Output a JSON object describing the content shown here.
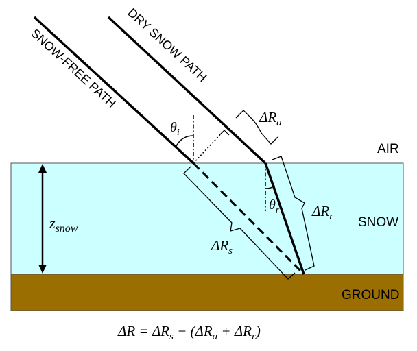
{
  "labels": {
    "snow_free_path": "SNOW-FREE PATH",
    "dry_snow_path": "DRY SNOW PATH",
    "air": "AIR",
    "snow": "SNOW",
    "ground": "GROUND"
  },
  "symbols": {
    "delta": "Δ",
    "theta": "θ",
    "z": "z",
    "R": "R",
    "sub_i": "i",
    "sub_r": "r",
    "sub_a": "a",
    "sub_s": "s",
    "sub_snow": "snow"
  },
  "equation": {
    "lhs": "ΔR = ΔR",
    "lhs_sub": "s",
    "minus": " − ",
    "open_paren": "(",
    "term1": "ΔR",
    "term1_sub": "a",
    "plus": " + ",
    "term2": "ΔR",
    "term2_sub": "r",
    "close_paren": ")",
    "paren_color": "#8B4513"
  },
  "colors": {
    "snow_fill": "#CCFFFF",
    "ground_fill": "#9A6E00",
    "line": "#000000"
  }
}
